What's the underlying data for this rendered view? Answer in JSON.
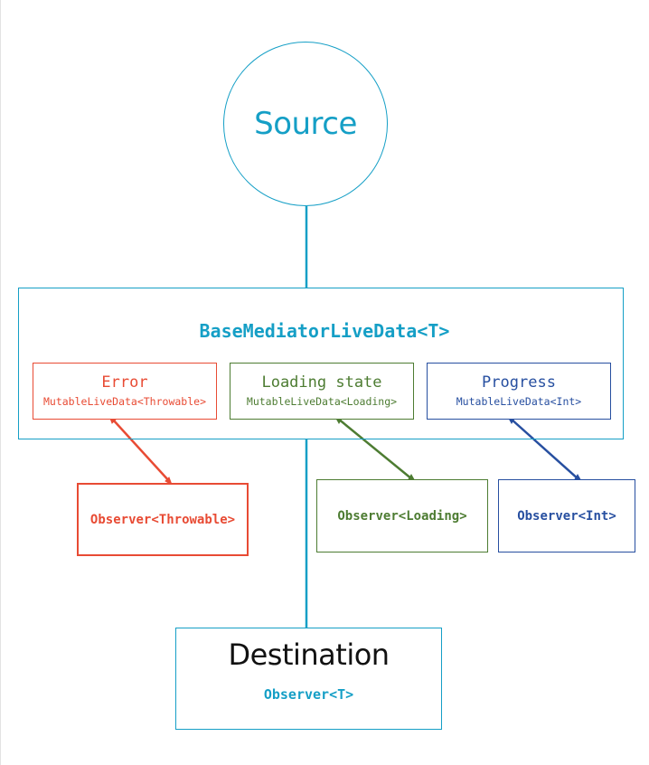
{
  "colors": {
    "primary": "#159fc6",
    "error": "#e84b34",
    "loading": "#4d7c32",
    "progress": "#274fa0"
  },
  "source": {
    "label": "Source"
  },
  "mediator": {
    "title": "BaseMediatorLiveData<T>",
    "error": {
      "title": "Error",
      "type": "MutableLiveData<Throwable>"
    },
    "loading": {
      "title": "Loading state",
      "type": "MutableLiveData<Loading>"
    },
    "progress": {
      "title": "Progress",
      "type": "MutableLiveData<Int>"
    }
  },
  "observers": {
    "throwable": "Observer<Throwable>",
    "loading": "Observer<Loading>",
    "int": "Observer<Int>"
  },
  "destination": {
    "title": "Destination",
    "observer": "Observer<T>"
  }
}
